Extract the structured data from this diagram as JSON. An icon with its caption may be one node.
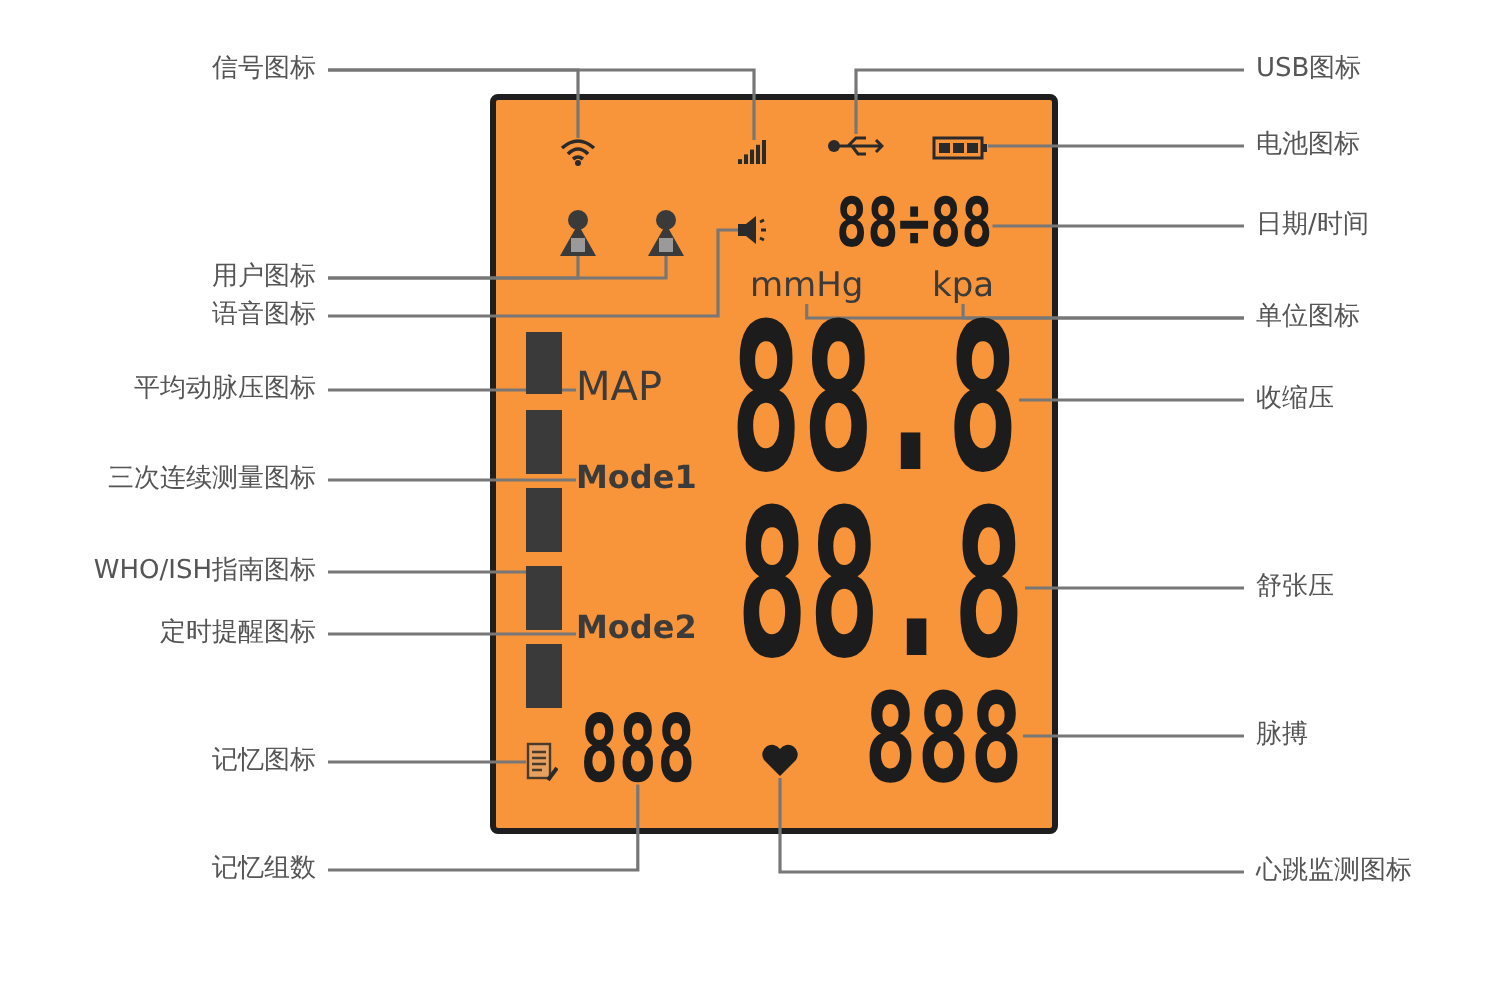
{
  "diagram": {
    "nodes": [
      {
        "text": [
          "信号图标"
        ]
      },
      {
        "text": [
          "USB图标"
        ]
      },
      {
        "text": [],
        "shape": "icon"
      },
      {
        "text": [],
        "shape": "icon"
      },
      {
        "text": [],
        "shape": "icon"
      },
      {
        "text": [],
        "shape": "icon"
      },
      {
        "text": [
          "电池图标"
        ]
      },
      {
        "text": [],
        "shape": "icon"
      },
      {
        "text": [],
        "shape": "icon"
      },
      {
        "text": [],
        "shape": "icon"
      },
      {
        "text": [
          "88÷88"
        ]
      },
      {
        "text": [
          "日期/时间"
        ]
      },
      {
        "text": [
          "用户图标"
        ]
      },
      {
        "text": [
          "语音图标"
        ]
      },
      {
        "text": [
          "mmHg"
        ]
      },
      {
        "text": [
          "kpa"
        ]
      },
      {
        "text": [
          "单位图标"
        ]
      },
      {
        "text": [],
        "shape": "bar"
      },
      {
        "text": [
          "MAP"
        ]
      },
      {
        "text": [
          "平均动脉压图标"
        ]
      },
      {
        "text": [
          "88.8"
        ]
      },
      {
        "text": [
          "收缩压"
        ]
      },
      {
        "text": [],
        "shape": "bar"
      },
      {
        "text": [
          "三次连续测量图标"
        ]
      },
      {
        "text": [
          "Mode1"
        ]
      },
      {
        "text": [],
        "shape": "bar"
      },
      {
        "text": [],
        "shape": "bar"
      },
      {
        "text": [
          "WHO/ISH指南图标"
        ]
      },
      {
        "text": [
          "88.8"
        ]
      },
      {
        "text": [
          "舒张压"
        ]
      },
      {
        "text": [
          "Mode2"
        ]
      },
      {
        "text": [
          "定时提醒图标"
        ]
      },
      {
        "text": [],
        "shape": "bar"
      },
      {
        "text": [],
        "shape": "icon"
      },
      {
        "text": [
          "888"
        ]
      },
      {
        "text": [],
        "shape": "icon"
      },
      {
        "text": [
          "888"
        ]
      },
      {
        "text": [
          "脉搏"
        ]
      },
      {
        "text": [
          "记忆图标"
        ]
      },
      {
        "text": [
          "记忆组数"
        ]
      },
      {
        "text": [
          "心跳监测图标"
        ]
      }
    ],
    "edges": [
      {
        "from": 0,
        "to": 2,
        "arrow": "none"
      },
      {
        "from": 0,
        "to": 3,
        "arrow": "none"
      },
      {
        "from": 1,
        "to": 4,
        "arrow": "none"
      },
      {
        "from": 6,
        "to": 5,
        "arrow": "none"
      },
      {
        "from": 11,
        "to": 10,
        "arrow": "none"
      },
      {
        "from": 12,
        "to": 7,
        "arrow": "none"
      },
      {
        "from": 12,
        "to": 8,
        "arrow": "none"
      },
      {
        "from": 13,
        "to": 9,
        "arrow": "none"
      },
      {
        "from": 16,
        "to": 14,
        "arrow": "none"
      },
      {
        "from": 16,
        "to": 15,
        "arrow": "none"
      },
      {
        "from": 19,
        "to": 18,
        "arrow": "none"
      },
      {
        "from": 21,
        "to": 20,
        "arrow": "none"
      },
      {
        "from": 23,
        "to": 24,
        "arrow": "none"
      },
      {
        "from": 27,
        "to": 26,
        "arrow": "none"
      },
      {
        "from": 29,
        "to": 28,
        "arrow": "none"
      },
      {
        "from": 31,
        "to": 30,
        "arrow": "none"
      },
      {
        "from": 37,
        "to": 36,
        "arrow": "none"
      },
      {
        "from": 38,
        "to": 33,
        "arrow": "none"
      },
      {
        "from": 39,
        "to": 34,
        "arrow": "none"
      },
      {
        "from": 40,
        "to": 35,
        "arrow": "none"
      }
    ]
  }
}
